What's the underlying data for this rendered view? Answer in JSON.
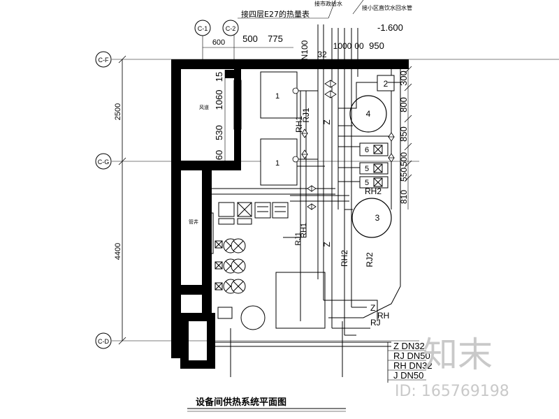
{
  "title": "设备间供热系统平面图",
  "top_notes": {
    "note1": "接四层E27的热量表",
    "note2": "接市政给水",
    "note3": "接小区直饮水回水管",
    "elevation": "-1.600",
    "pipe_size": "N100"
  },
  "axes": {
    "c1": "C-1",
    "c2": "C-2",
    "cf": "C-F",
    "cg": "C-G",
    "cd": "C-D"
  },
  "dimensions": {
    "top": [
      "600",
      "500",
      "775"
    ],
    "top_right": [
      "32",
      "1000",
      "00",
      "950"
    ],
    "left": [
      "2500",
      "4400"
    ],
    "inner_left": [
      "15",
      "1060",
      "530",
      "60"
    ],
    "right": [
      "300",
      "800",
      "850",
      "500",
      "550",
      "810"
    ]
  },
  "equipment": {
    "tank1_label": "1",
    "tank2_label": "1",
    "item2": "2",
    "item4": "4",
    "item5a": "5",
    "item5b": "5",
    "item6": "6",
    "item3": "3"
  },
  "pipe_labels": {
    "rh1": "RH1",
    "rj1": "RJ1",
    "rh2": "RH2",
    "rj2": "RJ2",
    "rh_top": "RH2",
    "z": "Z",
    "rj_bottom": "RJ",
    "rh_bottom": "RH",
    "z_bottom": "Z"
  },
  "room_labels": {
    "room_top": "风道",
    "room_mid": "管井"
  },
  "legend": [
    "Z DN32",
    "RJ DN50",
    "RH DN32",
    "J DN50"
  ],
  "watermark": {
    "logo": "知末",
    "id": "ID: 165769198"
  }
}
